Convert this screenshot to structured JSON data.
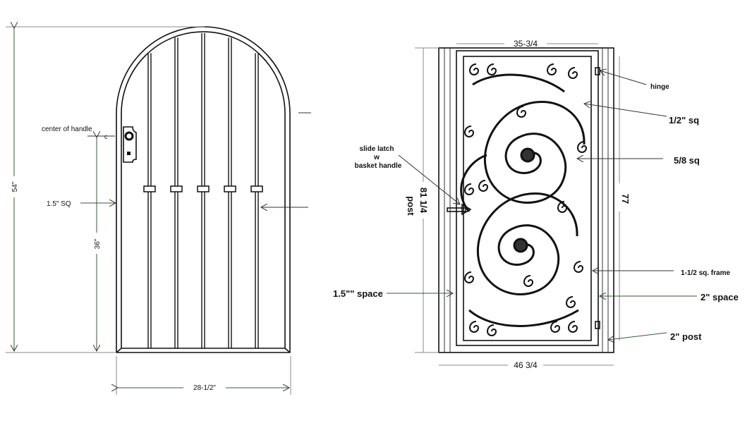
{
  "left_gate": {
    "height_label": "54\"",
    "handle_height_label": "36\"",
    "width_label": "28-1/2\"",
    "center_handle_label": "center of handle",
    "centerline_symbol": "c",
    "frame_label": "1.5\" SQ"
  },
  "right_gate": {
    "top_width_label": "35-3/4",
    "bottom_width_label": "46 3/4",
    "overall_height_label": "81 1/4",
    "post_label": "post",
    "gate_height_label": "77",
    "hinge_label": "hinge",
    "half_sq_label": "1/2\" sq",
    "five_eighth_sq_label": "5/8 sq",
    "frame_label": "1-1/2 sq. frame",
    "space_right_label": "2\" space",
    "post_size_label": "2\"  post",
    "space_left_label": "1.5\"\" space",
    "latch_label_1": "slide latch",
    "latch_label_2": "w",
    "latch_label_3": "basket handle"
  },
  "colors": {
    "line": "#111111",
    "dimension": "#3a5a3a"
  }
}
